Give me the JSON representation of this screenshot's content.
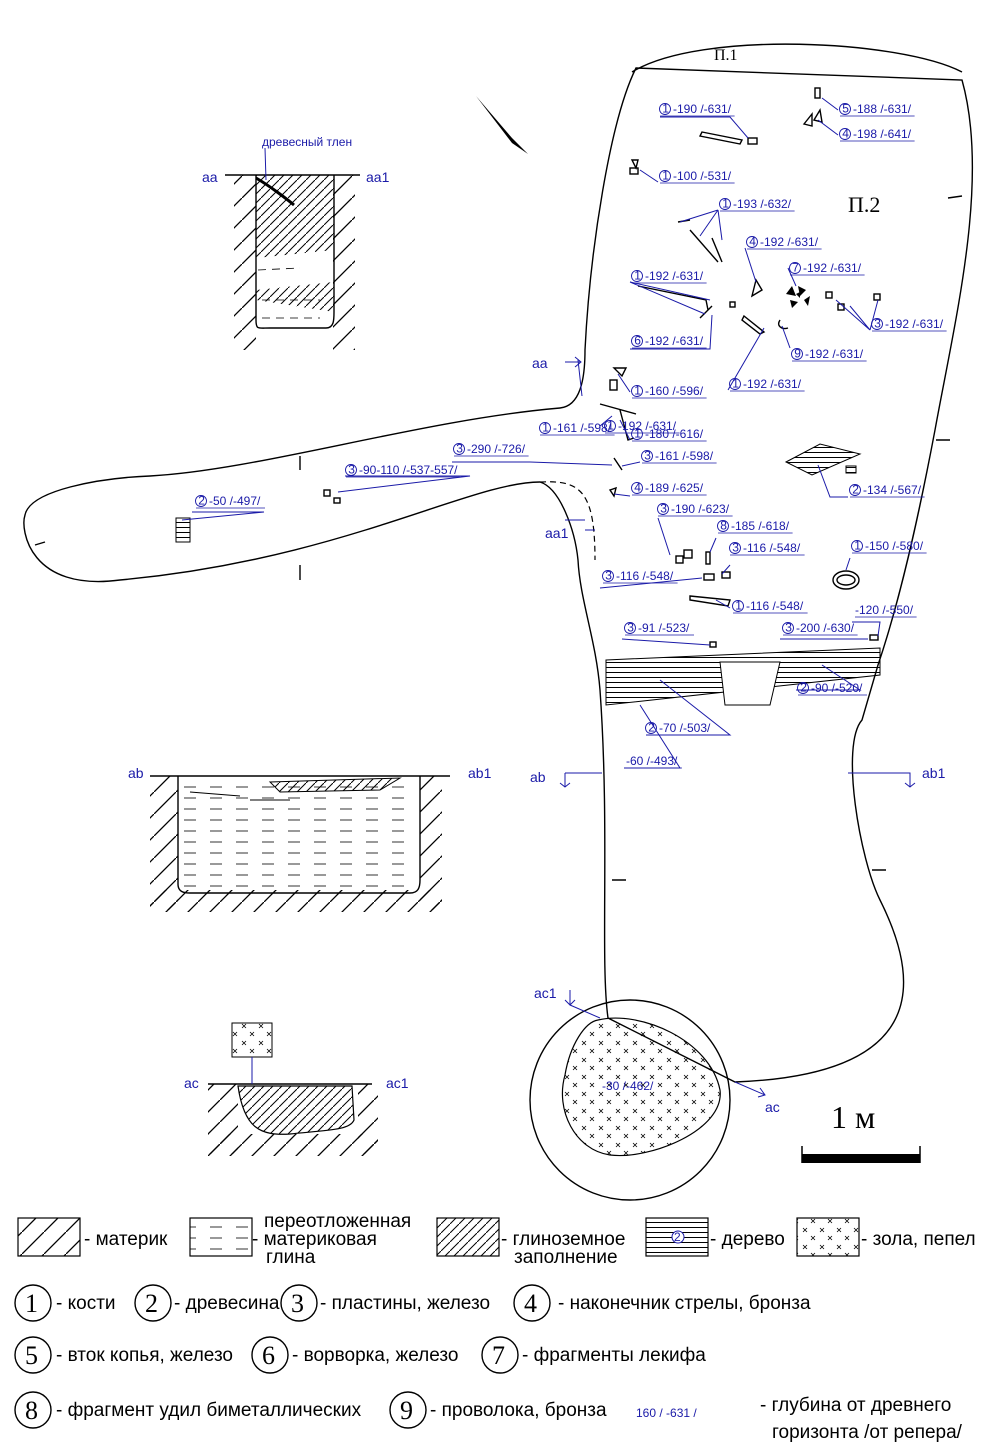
{
  "plan": {
    "pit_labels": [
      "П.1",
      "П.2"
    ],
    "scale_label": "1 м",
    "profile_note": "древесный тлен",
    "sections": {
      "aa": "aa",
      "aa1": "aa1",
      "ab": "ab",
      "ab1": "ab1",
      "ac": "ac",
      "ac1": "ac1"
    },
    "depth_labels": [
      "-190 /-631/",
      "-188 /-631/",
      "-198 /-641/",
      "-100 /-531/",
      "-193 /-632/",
      "-192 /-631/",
      "-192 /-631/",
      "-192 /-631/",
      "-192 /-631/",
      "-192 /-631/",
      "-192 /-631/",
      "-192 /-631/",
      "-160 /-596/",
      "-192 /-631/",
      "-180 /-616/",
      "-161 /-598/",
      "-290 /-726/",
      "-161 /-598/",
      "-90-110 /-537-557/",
      "-50 /-497/",
      "-134 /-567/",
      "-189 /-625/",
      "-190 /-623/",
      "-185 /-618/",
      "-116 /-548/",
      "-116 /-548/",
      "-116 /-548/",
      "-150 /-580/",
      "-91 /-523/",
      "-200 /-630/",
      "-120 /-550/",
      "-90 /-520/",
      "-70 /-503/",
      "-60 /-493/",
      "-30 /-462/"
    ],
    "depth_markers": [
      "1",
      "5",
      "4",
      "1",
      "1",
      "4",
      "7",
      "1",
      "3",
      "6",
      "9",
      "1",
      "1",
      "1",
      "1",
      "1",
      "3",
      "3",
      "3",
      "2",
      "2",
      "4",
      "3",
      "8",
      "3",
      "3",
      "1",
      "1",
      "3",
      "3",
      "",
      "2",
      "2",
      "",
      ""
    ]
  },
  "legend": {
    "fills": [
      {
        "label": "- материк"
      },
      {
        "label": "переотложенная материковая глина",
        "lines": [
          "переотложенная",
          "- материковая",
          "глина"
        ]
      },
      {
        "label": "- глиноземное заполнение",
        "lines": [
          "- глиноземное",
          "заполнение"
        ]
      },
      {
        "label": "- дерево",
        "marker": "2"
      },
      {
        "label": "- зола, пепел"
      }
    ],
    "finds": [
      {
        "num": "1",
        "label": "- кости"
      },
      {
        "num": "2",
        "label": "- древесина"
      },
      {
        "num": "3",
        "label": "- пластины, железо"
      },
      {
        "num": "4",
        "label": "- наконечник стрелы, бронза"
      },
      {
        "num": "5",
        "label": "- вток копья, железо"
      },
      {
        "num": "6",
        "label": "- ворворка, железо"
      },
      {
        "num": "7",
        "label": "- фрагменты лекифа"
      },
      {
        "num": "8",
        "label": "- фрагмент удил биметаллических"
      },
      {
        "num": "9",
        "label": "- проволока, бронза"
      }
    ],
    "depth_example": "160 / -631 /",
    "depth_text": [
      "- глубина от древнего",
      "горизонта /от репера/"
    ]
  }
}
